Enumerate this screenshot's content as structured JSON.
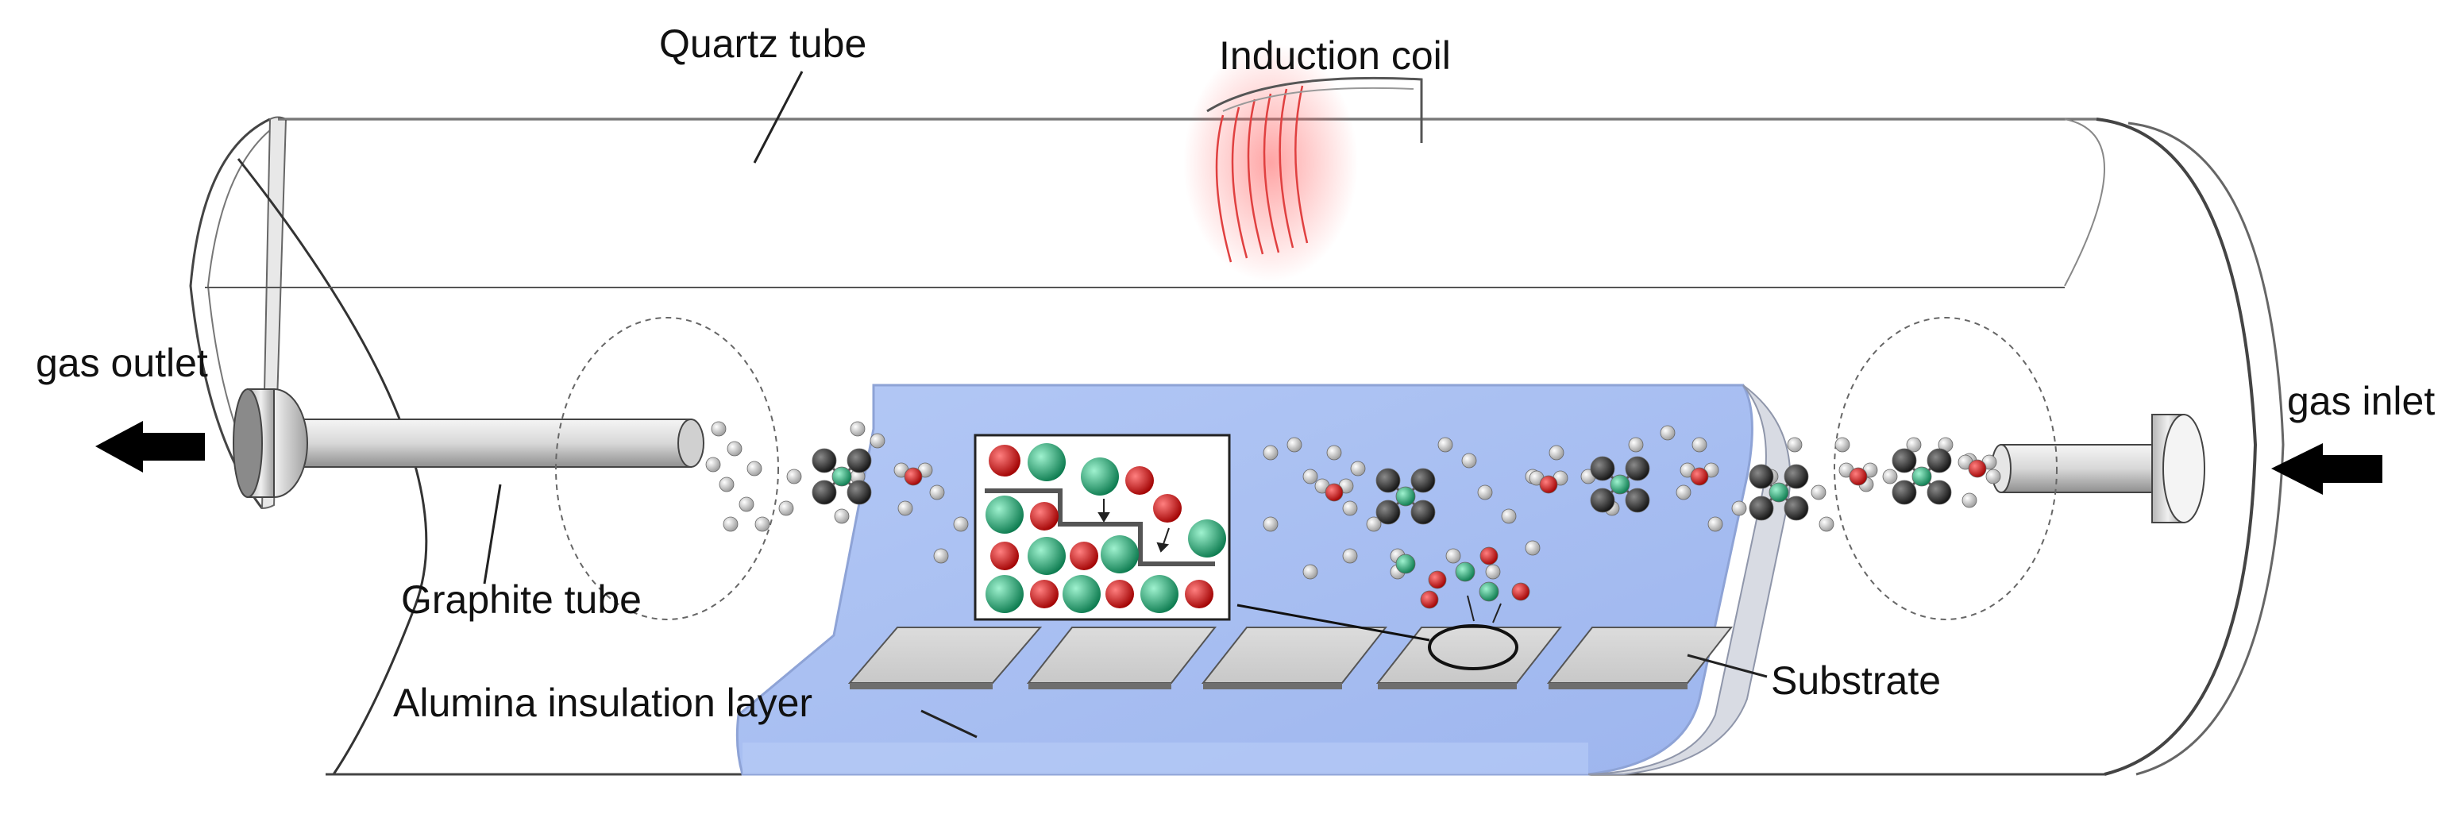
{
  "labels": {
    "quartz_tube": "Quartz tube",
    "induction_coil": "Induction coil",
    "gas_outlet": "gas outlet",
    "gas_inlet": "gas inlet",
    "graphite_tube": "Graphite tube",
    "alumina_layer": "Alumina insulation layer",
    "substrate": "Substrate"
  },
  "colors": {
    "hydrogen": "#e6e6e6",
    "carbon": "#2b2b2b",
    "oxygen": "#d31818",
    "metal": "#1daa72",
    "insulation": "#a4bcf2",
    "coil": "#e04040",
    "arrow": "#000000"
  }
}
